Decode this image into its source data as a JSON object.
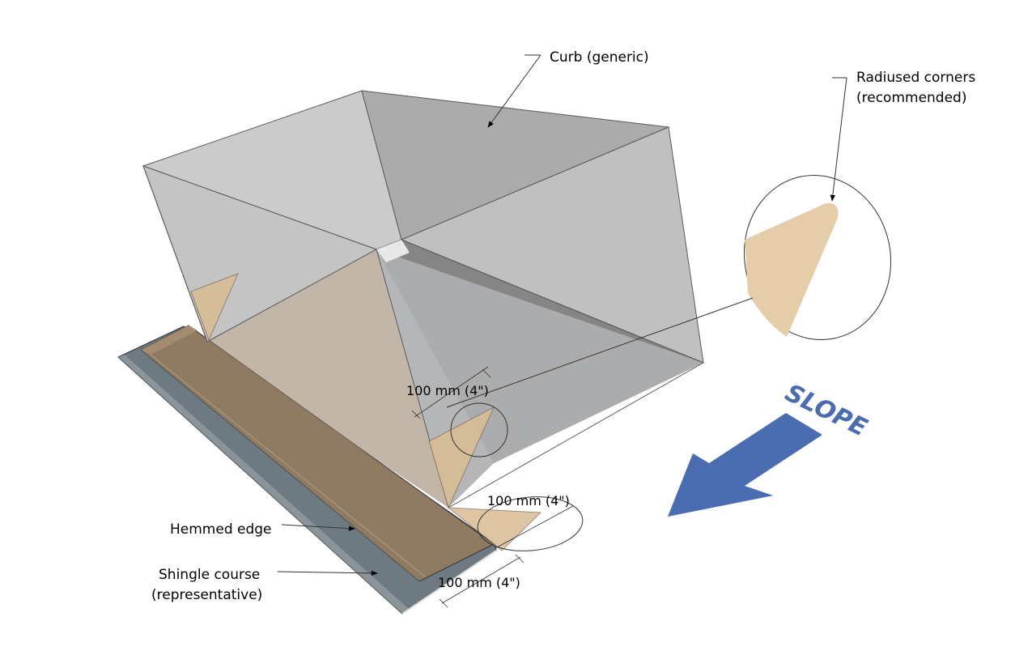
{
  "labels": {
    "curb": "Curb (generic)",
    "radiused_line1": "Radiused corners",
    "radiused_line2": "(recommended)",
    "hemmed_edge": "Hemmed edge",
    "shingle_line1": "Shingle course",
    "shingle_line2": "(representative)",
    "slope": "SLOPE"
  },
  "dimensions": {
    "dim_upper": "100 mm (4\")",
    "dim_right": "100 mm (4\")",
    "dim_bottom": "100 mm (4\")"
  },
  "colors": {
    "curb_top_left": "#cbcbcb",
    "curb_top_right": "#ababab",
    "curb_inner_right": "#c0c0c0",
    "curb_interior": "#858585",
    "curb_front": "#aeb0b2",
    "flashing": "#d9bd96",
    "flashing_shadow": "#8f7a63",
    "shingle": "#6e7a82",
    "slope_arrow": "#4a6cb0"
  }
}
